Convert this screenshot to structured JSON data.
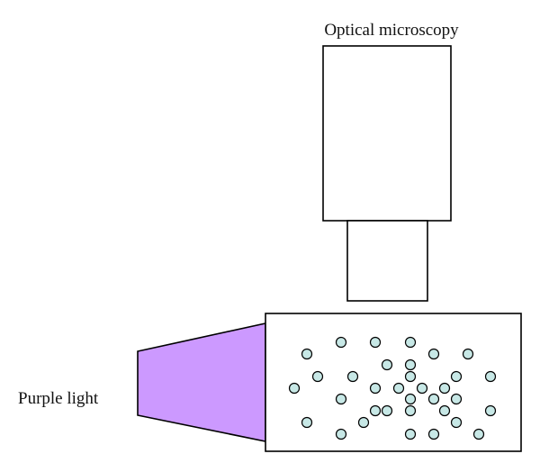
{
  "labels": {
    "microscope": "Optical microscopy",
    "light": "Purple light"
  },
  "colors": {
    "light_beam": "#cc99ff",
    "particle_fill": "#c7e8e6",
    "outline": "#000000",
    "background": "#ffffff"
  },
  "particles": {
    "count": 34
  }
}
